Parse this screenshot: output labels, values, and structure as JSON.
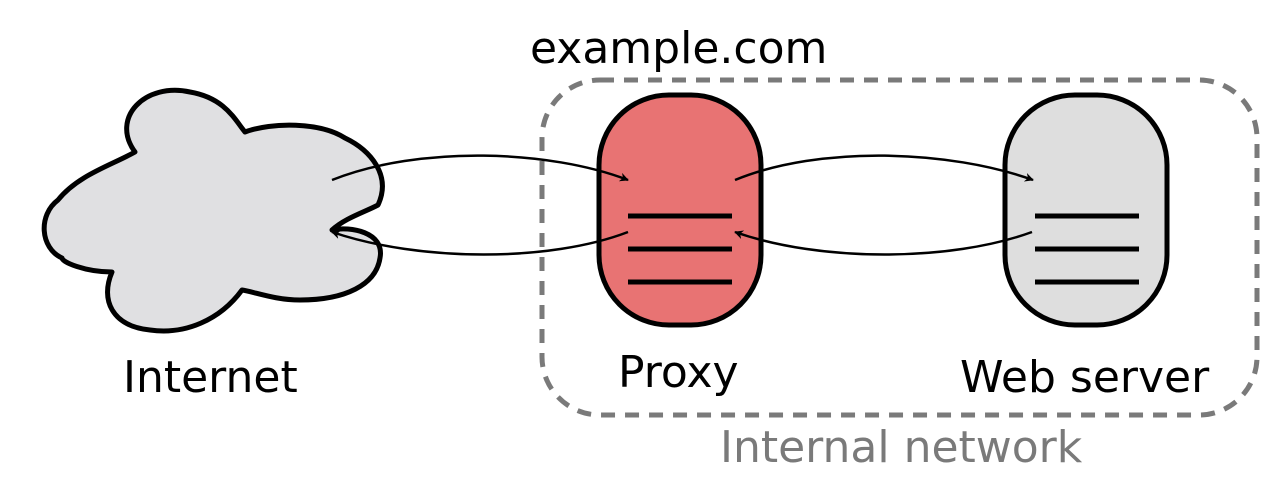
{
  "labels": {
    "domain": "example.com",
    "internet": "Internet",
    "proxy": "Proxy",
    "web_server": "Web server",
    "internal_network": "Internal network"
  },
  "colors": {
    "proxy_fill": "#e87373",
    "server_fill": "#dedede",
    "cloud_fill": "#e0e0e2",
    "network_border": "#7a7a7a",
    "outline": "#000000"
  },
  "icons": {
    "internet": "cloud-icon",
    "proxy": "server-icon",
    "web_server": "server-icon"
  },
  "connections": [
    {
      "from": "Internet",
      "to": "Proxy"
    },
    {
      "from": "Proxy",
      "to": "Internet"
    },
    {
      "from": "Proxy",
      "to": "Web server"
    },
    {
      "from": "Web server",
      "to": "Proxy"
    }
  ]
}
